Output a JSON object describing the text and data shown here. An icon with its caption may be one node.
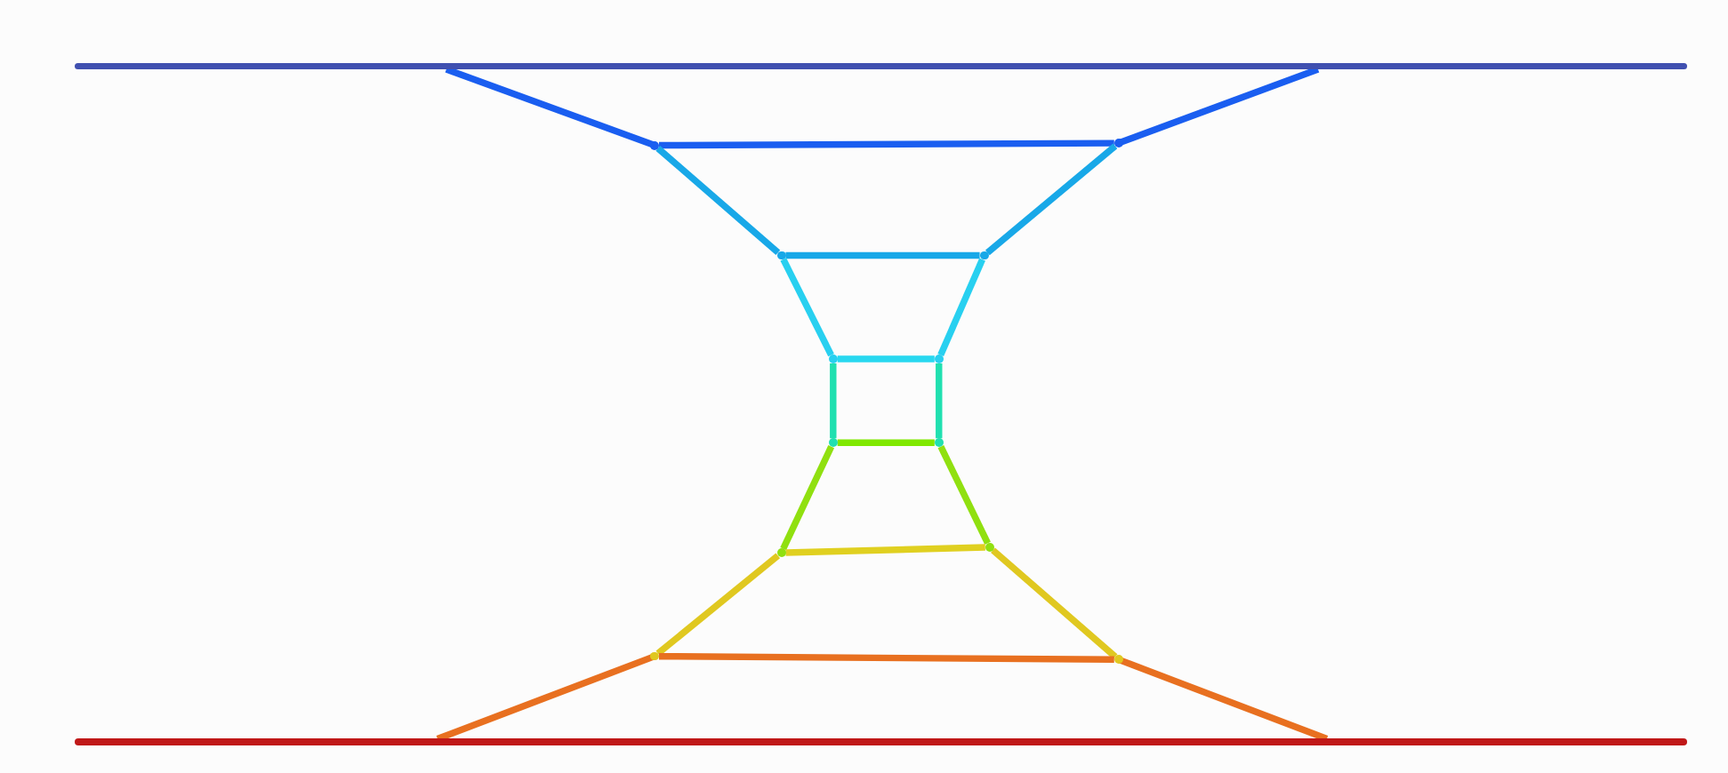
{
  "diagram": {
    "nodes": [
      {
        "text": [],
        "shape": "bar"
      },
      {
        "text": [],
        "shape": "bar"
      },
      {
        "text": [],
        "shape": "point"
      },
      {
        "text": [],
        "shape": "point"
      },
      {
        "text": [],
        "shape": "point"
      },
      {
        "text": [],
        "shape": "point"
      },
      {
        "text": [],
        "shape": "point"
      },
      {
        "text": [],
        "shape": "point"
      },
      {
        "text": [],
        "shape": "point"
      },
      {
        "text": [],
        "shape": "point"
      },
      {
        "text": [],
        "shape": "point"
      },
      {
        "text": [],
        "shape": "point"
      },
      {
        "text": [],
        "shape": "point"
      },
      {
        "text": [],
        "shape": "point"
      }
    ],
    "edges": [
      {
        "from": 0,
        "to": 2,
        "arrow": "none",
        "color": "#1a5ef0"
      },
      {
        "from": 0,
        "to": 3,
        "arrow": "none",
        "color": "#1a5ef0"
      },
      {
        "from": 2,
        "to": 3,
        "arrow": "none",
        "color": "#1a5ef0"
      },
      {
        "from": 2,
        "to": 4,
        "arrow": "none",
        "color": "#18a8e8"
      },
      {
        "from": 3,
        "to": 5,
        "arrow": "none",
        "color": "#18a8e8"
      },
      {
        "from": 4,
        "to": 5,
        "arrow": "none",
        "color": "#18a8e8"
      },
      {
        "from": 4,
        "to": 6,
        "arrow": "none",
        "color": "#28d0f0"
      },
      {
        "from": 5,
        "to": 7,
        "arrow": "none",
        "color": "#28d0f0"
      },
      {
        "from": 6,
        "to": 7,
        "arrow": "none",
        "color": "#28d8f0"
      },
      {
        "from": 6,
        "to": 8,
        "arrow": "none",
        "color": "#20e0b0"
      },
      {
        "from": 7,
        "to": 9,
        "arrow": "none",
        "color": "#20e0b0"
      },
      {
        "from": 8,
        "to": 9,
        "arrow": "none",
        "color": "#80e800"
      },
      {
        "from": 8,
        "to": 10,
        "arrow": "none",
        "color": "#90e010"
      },
      {
        "from": 9,
        "to": 11,
        "arrow": "none",
        "color": "#90e010"
      },
      {
        "from": 10,
        "to": 11,
        "arrow": "none",
        "color": "#e0d020"
      },
      {
        "from": 10,
        "to": 12,
        "arrow": "none",
        "color": "#e0c820"
      },
      {
        "from": 11,
        "to": 13,
        "arrow": "none",
        "color": "#e0c820"
      },
      {
        "from": 12,
        "to": 13,
        "arrow": "none",
        "color": "#e87020"
      },
      {
        "from": 12,
        "to": 1,
        "arrow": "none",
        "color": "#e87020"
      },
      {
        "from": 13,
        "to": 1,
        "arrow": "none",
        "color": "#e87020"
      }
    ]
  }
}
